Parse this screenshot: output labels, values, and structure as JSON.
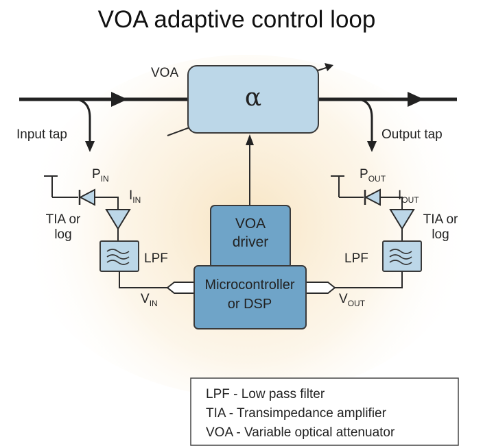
{
  "title": "VOA adaptive control loop",
  "voa": {
    "label": "VOA",
    "symbol": "α"
  },
  "input_tap": "Input tap",
  "output_tap": "Output tap",
  "p_in": {
    "main": "P",
    "sub": "IN"
  },
  "p_out": {
    "main": "P",
    "sub": "OUT"
  },
  "i_in": {
    "main": "I",
    "sub": "IN"
  },
  "i_out": {
    "main": "I",
    "sub": "OUT"
  },
  "v_in": {
    "main": "V",
    "sub": "IN"
  },
  "v_out": {
    "main": "V",
    "sub": "OUT"
  },
  "tia_left": [
    "TIA or",
    "log"
  ],
  "tia_right": [
    "TIA or",
    "log"
  ],
  "lpf_left": "LPF",
  "lpf_right": "LPF",
  "voa_driver": [
    "VOA",
    "driver"
  ],
  "controller": [
    "Microcontroller",
    "or DSP"
  ],
  "legend": [
    "LPF - Low pass filter",
    "TIA - Transimpedance amplifier",
    "VOA -  Variable optical attenuator"
  ],
  "colors": {
    "light_box": "#bcd7e8",
    "dark_box": "#6fa4c8",
    "glow": "#f7e3bf"
  }
}
